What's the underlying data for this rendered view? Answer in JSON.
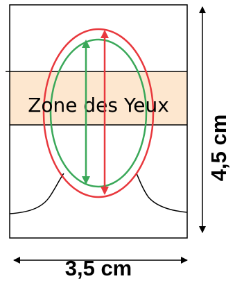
{
  "zone_label": "Zone des Yeux",
  "height_label": "4,5 cm",
  "width_label": "3,5 cm",
  "colors": {
    "zone_band": "#fde7cf",
    "outer_oval": "#e8383d",
    "inner_oval": "#3aa859",
    "outline": "#000000"
  }
}
